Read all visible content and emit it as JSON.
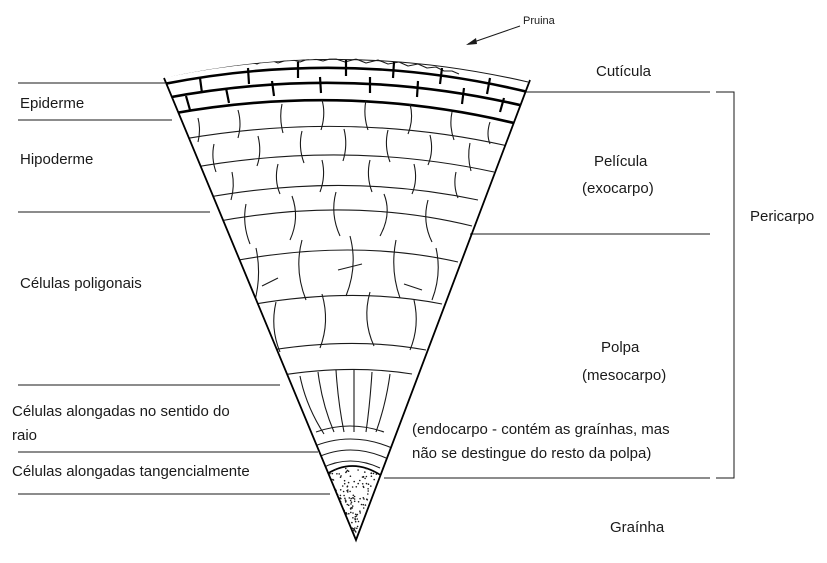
{
  "labels": {
    "pruina": "Pruina",
    "cuticula": "Cutícula",
    "epiderme": "Epiderme",
    "hipoderme": "Hipoderme",
    "pelicula": "Película",
    "exocarpo": "(exocarpo)",
    "pericarpo": "Pericarpo",
    "celulas_poligonais": "Células poligonais",
    "polpa": "Polpa",
    "mesocarpo": "(mesocarpo)",
    "celulas_raio_1": "Células alongadas no sentido do",
    "celulas_raio_2": "raio",
    "endocarpo_1": "(endocarpo - contém as graínhas, mas",
    "endocarpo_2": "não se destingue do resto da polpa)",
    "celulas_tangenciais": "Células alongadas tangencialmente",
    "grainha": "Graínha"
  }
}
